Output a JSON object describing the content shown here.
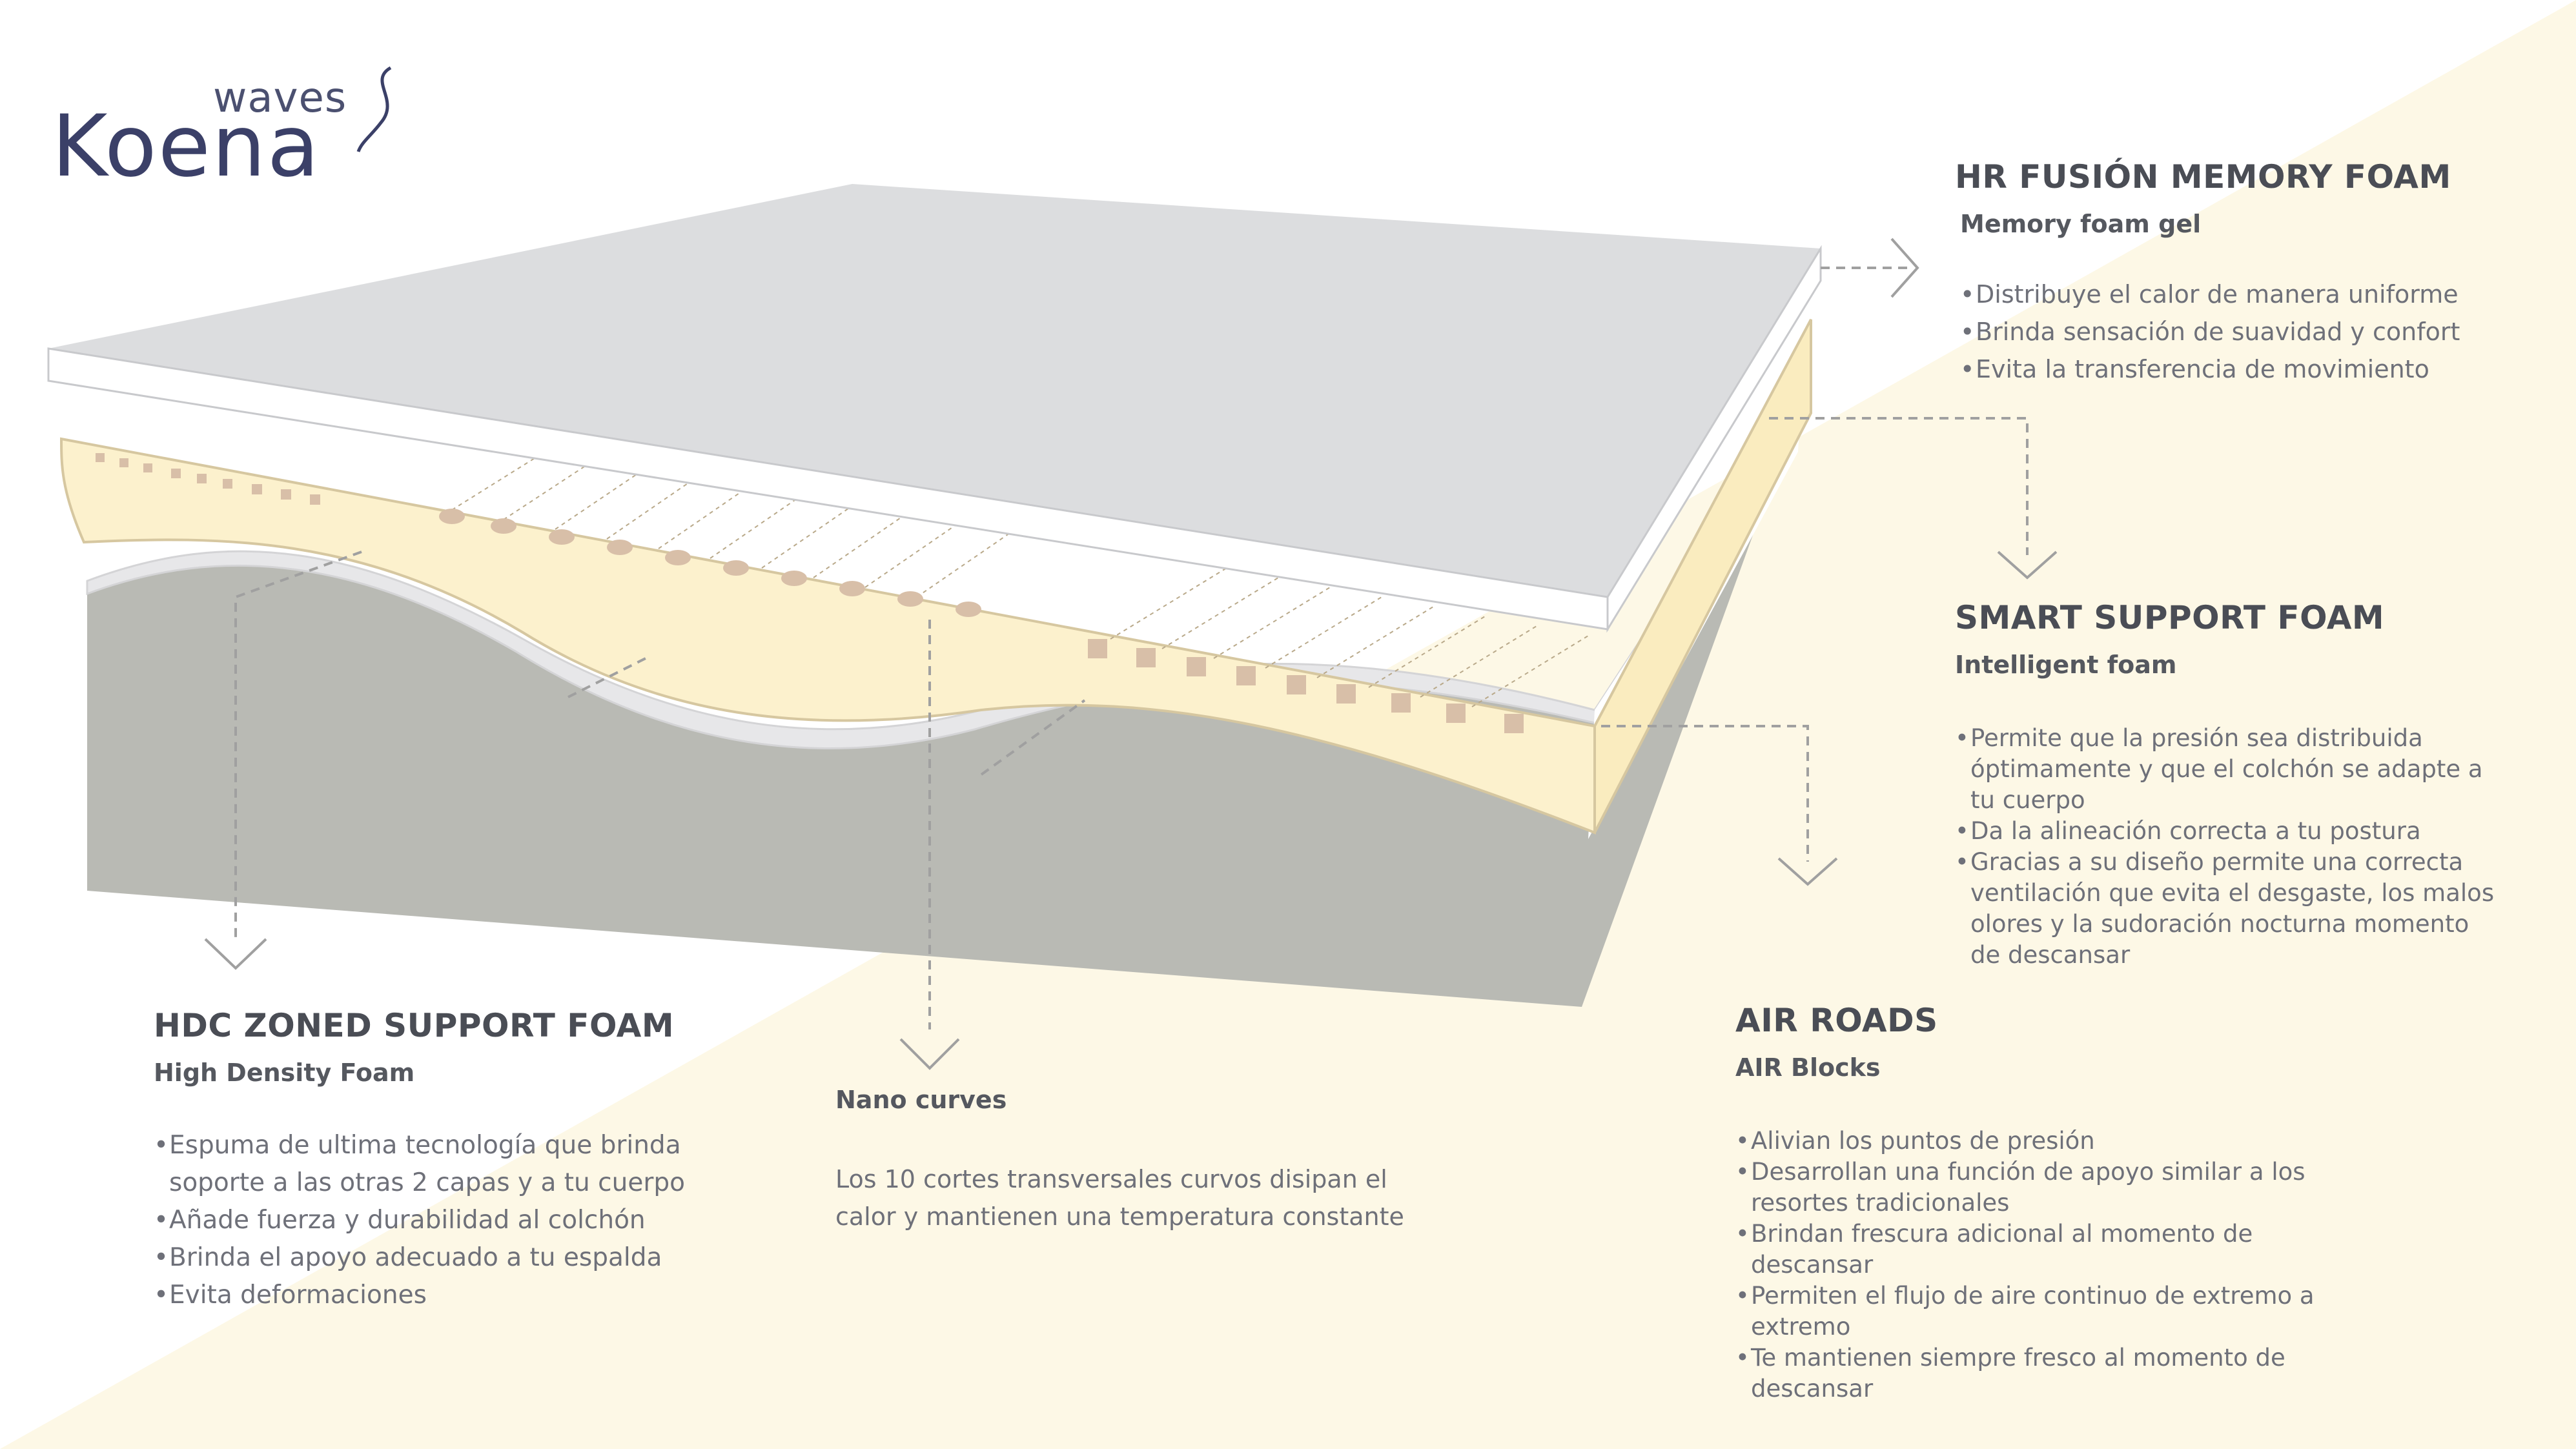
{
  "logo": {
    "small_text": "waves",
    "main_text": "Koena"
  },
  "colors": {
    "top_layer": "#dcdddf",
    "top_layer_edge": "#ffffff",
    "memory_foam": "#fcf1cd",
    "memory_foam_stroke": "#d6c7a0",
    "white_layer": "#e7e7e9",
    "base_layer": "#b9bab4",
    "accent_bg": "#fdf8e6",
    "dots": "#d8bfa8",
    "arrows": "#a0a0a0"
  },
  "layers": {
    "hr_fusion": {
      "title": "HR FUSIÓN MEMORY FOAM",
      "subtitle": "Memory foam gel",
      "bullets": [
        "Distribuye el calor de manera uniforme",
        "Brinda sensación de suavidad y confort",
        "Evita la transferencia de movimiento"
      ]
    },
    "smart_support": {
      "title": "SMART SUPPORT FOAM",
      "subtitle": "Intelligent foam",
      "bullets": [
        "Permite que la presión sea distribuida óptimamente y que el colchón se adapte a tu cuerpo",
        "Da la alineación correcta a tu postura",
        "Gracias a su diseño permite una correcta ventilación  que evita el desgaste, los malos olores y la sudoración nocturna momento de descansar"
      ]
    },
    "hdc_zoned": {
      "title": "HDC ZONED SUPPORT FOAM",
      "subtitle": "High Density Foam",
      "bullets": [
        "Espuma de ultima tecnología que brinda soporte a las otras 2 capas y a tu cuerpo",
        "Añade fuerza y durabilidad al colchón",
        "Brinda el apoyo adecuado a tu espalda",
        "Evita deformaciones"
      ]
    },
    "nano_curves": {
      "subtitle": "Nano curves",
      "description": "Los 10 cortes transversales curvos disipan el calor y mantienen una temperatura constante"
    },
    "air_roads": {
      "title": "AIR ROADS",
      "subtitle": "AIR Blocks",
      "bullets": [
        "Alivian los puntos de presión",
        "Desarrollan una función de apoyo similar a los resortes tradicionales",
        "Brindan frescura adicional al momento de descansar",
        "Permiten el flujo de aire continuo de extremo a extremo",
        "Te mantienen siempre fresco al momento de descansar"
      ]
    }
  }
}
